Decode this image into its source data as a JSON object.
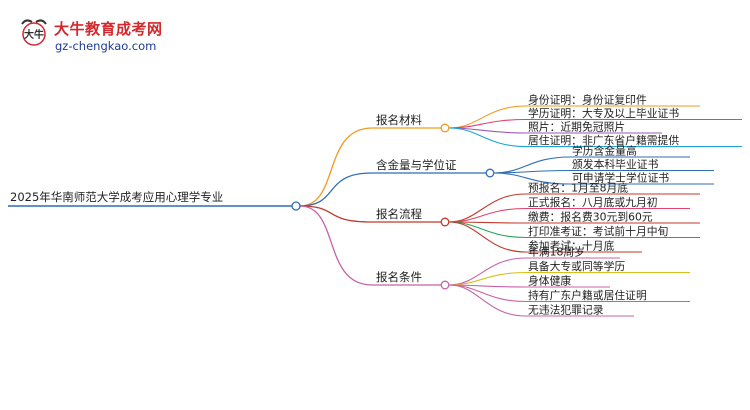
{
  "logo": {
    "name": "大牛教育成考网",
    "url": "gz-chengkao.com",
    "mark_text": "大牛"
  },
  "mindmap": {
    "root": "2025年华南师范大学成考应用心理学专业",
    "branches": [
      {
        "label": "报名材料",
        "color": "#f29a1f",
        "leaves": [
          {
            "text": "身份证明：身份证复印件",
            "color": "#f29a1f"
          },
          {
            "text": "学历证明：大专及以上毕业证书",
            "color": "#e0436c"
          },
          {
            "text": "照片：近期免冠照片",
            "color": "#9b59b6"
          },
          {
            "text": "居住证明：非广东省户籍需提供",
            "color": "#1aa5d6"
          }
        ]
      },
      {
        "label": "含金量与学位证",
        "color": "#2e6db4",
        "leaves": [
          {
            "text": "学历含金量高",
            "color": "#2e6db4"
          },
          {
            "text": "颁发本科毕业证书",
            "color": "#2e6db4"
          },
          {
            "text": "可申请学士学位证书",
            "color": "#2e6db4"
          }
        ]
      },
      {
        "label": "报名流程",
        "color": "#c0392b",
        "leaves": [
          {
            "text": "预报名：1月至8月底",
            "color": "#c0392b"
          },
          {
            "text": "正式报名：八月底或九月初",
            "color": "#e0436c"
          },
          {
            "text": "缴费：报名费30元到60元",
            "color": "#c0392b"
          },
          {
            "text": "打印准考证：考试前十月中旬",
            "color": "#27a35a"
          },
          {
            "text": "参加考试：十月底",
            "color": "#c0392b"
          }
        ]
      },
      {
        "label": "报名条件",
        "color": "#c860a8",
        "leaves": [
          {
            "text": "年满18周岁",
            "color": "#c860a8"
          },
          {
            "text": "具备大专或同等学历",
            "color": "#d4c21a"
          },
          {
            "text": "身体健康",
            "color": "#c860a8"
          },
          {
            "text": "持有广东户籍或居住证明",
            "color": "#c860a8"
          },
          {
            "text": "无违法犯罪记录",
            "color": "#c860a8"
          }
        ]
      }
    ]
  },
  "colors": {
    "root_line": "#2e6db4"
  }
}
